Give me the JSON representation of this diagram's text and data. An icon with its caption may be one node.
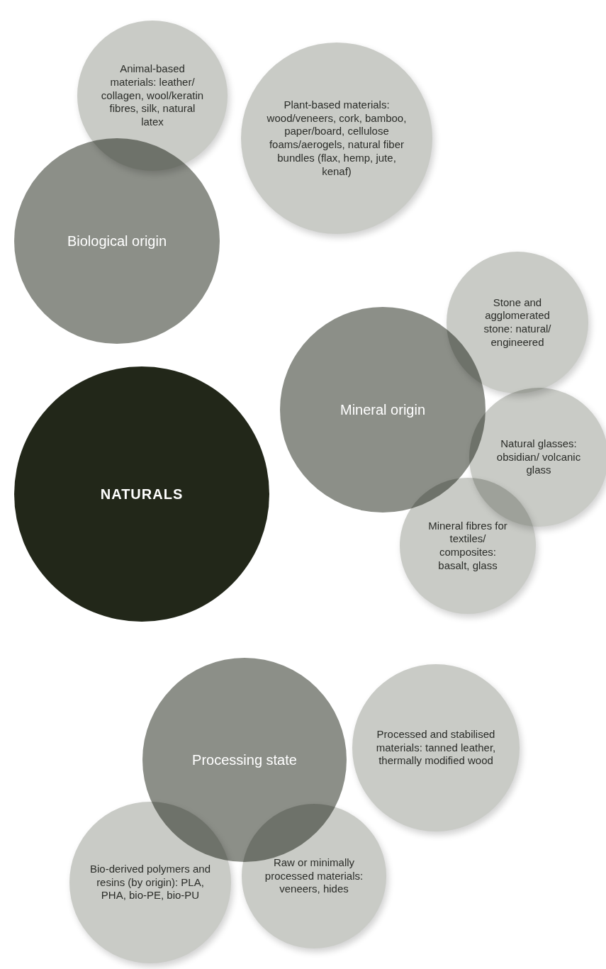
{
  "diagram": {
    "nodes": [
      {
        "text": [
          "Animal-based materials: leather/ collagen, wool/keratin fibres, silk, natural latex"
        ]
      },
      {
        "text": [
          "Plant-based materials: wood/veneers, cork, bamboo, paper/board, cellulose foams/aerogels, natural fiber bundles (flax, hemp, jute, kenaf)"
        ]
      },
      {
        "text": [
          "Biological origin"
        ]
      },
      {
        "text": [
          "Stone and agglomerated stone: natural/ engineered"
        ]
      },
      {
        "text": [
          "Mineral origin"
        ]
      },
      {
        "text": [
          "Natural glasses: obsidian/ volcanic glass"
        ]
      },
      {
        "text": [
          "NATURALS"
        ]
      },
      {
        "text": [
          "Mineral fibres for textiles/ composites: basalt, glass"
        ]
      },
      {
        "text": [
          "Processed and stabilised materials: tanned leather, thermally modified wood"
        ]
      },
      {
        "text": [
          "Processing state"
        ]
      },
      {
        "text": [
          "Bio-derived polymers and resins (by origin): PLA, PHA, bio-PE, bio-PU"
        ]
      },
      {
        "text": [
          "Raw or minimally processed materials: veneers, hides"
        ]
      }
    ],
    "edges": []
  }
}
